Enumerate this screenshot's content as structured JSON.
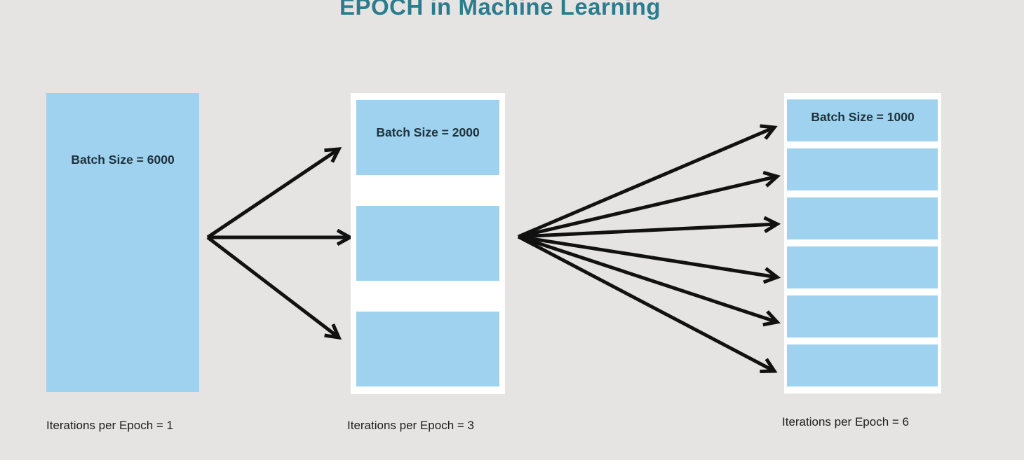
{
  "title": "EPOCH in Machine Learning",
  "columns": [
    {
      "batch_label": "Batch Size = 6000",
      "iterations_label": "Iterations per Epoch = 1",
      "segments": 1
    },
    {
      "batch_label": "Batch Size = 2000",
      "iterations_label": "Iterations per Epoch = 3",
      "segments": 3
    },
    {
      "batch_label": "Batch Size = 1000",
      "iterations_label": "Iterations per Epoch = 6",
      "segments": 6
    }
  ],
  "colors": {
    "background": "#e5e4e2",
    "batch_block": "#9ed2ee",
    "container": "#ffffff",
    "title": "#2b7d8d",
    "arrow": "#111111",
    "text_dark": "#20323c",
    "label": "#1c1c1c"
  }
}
